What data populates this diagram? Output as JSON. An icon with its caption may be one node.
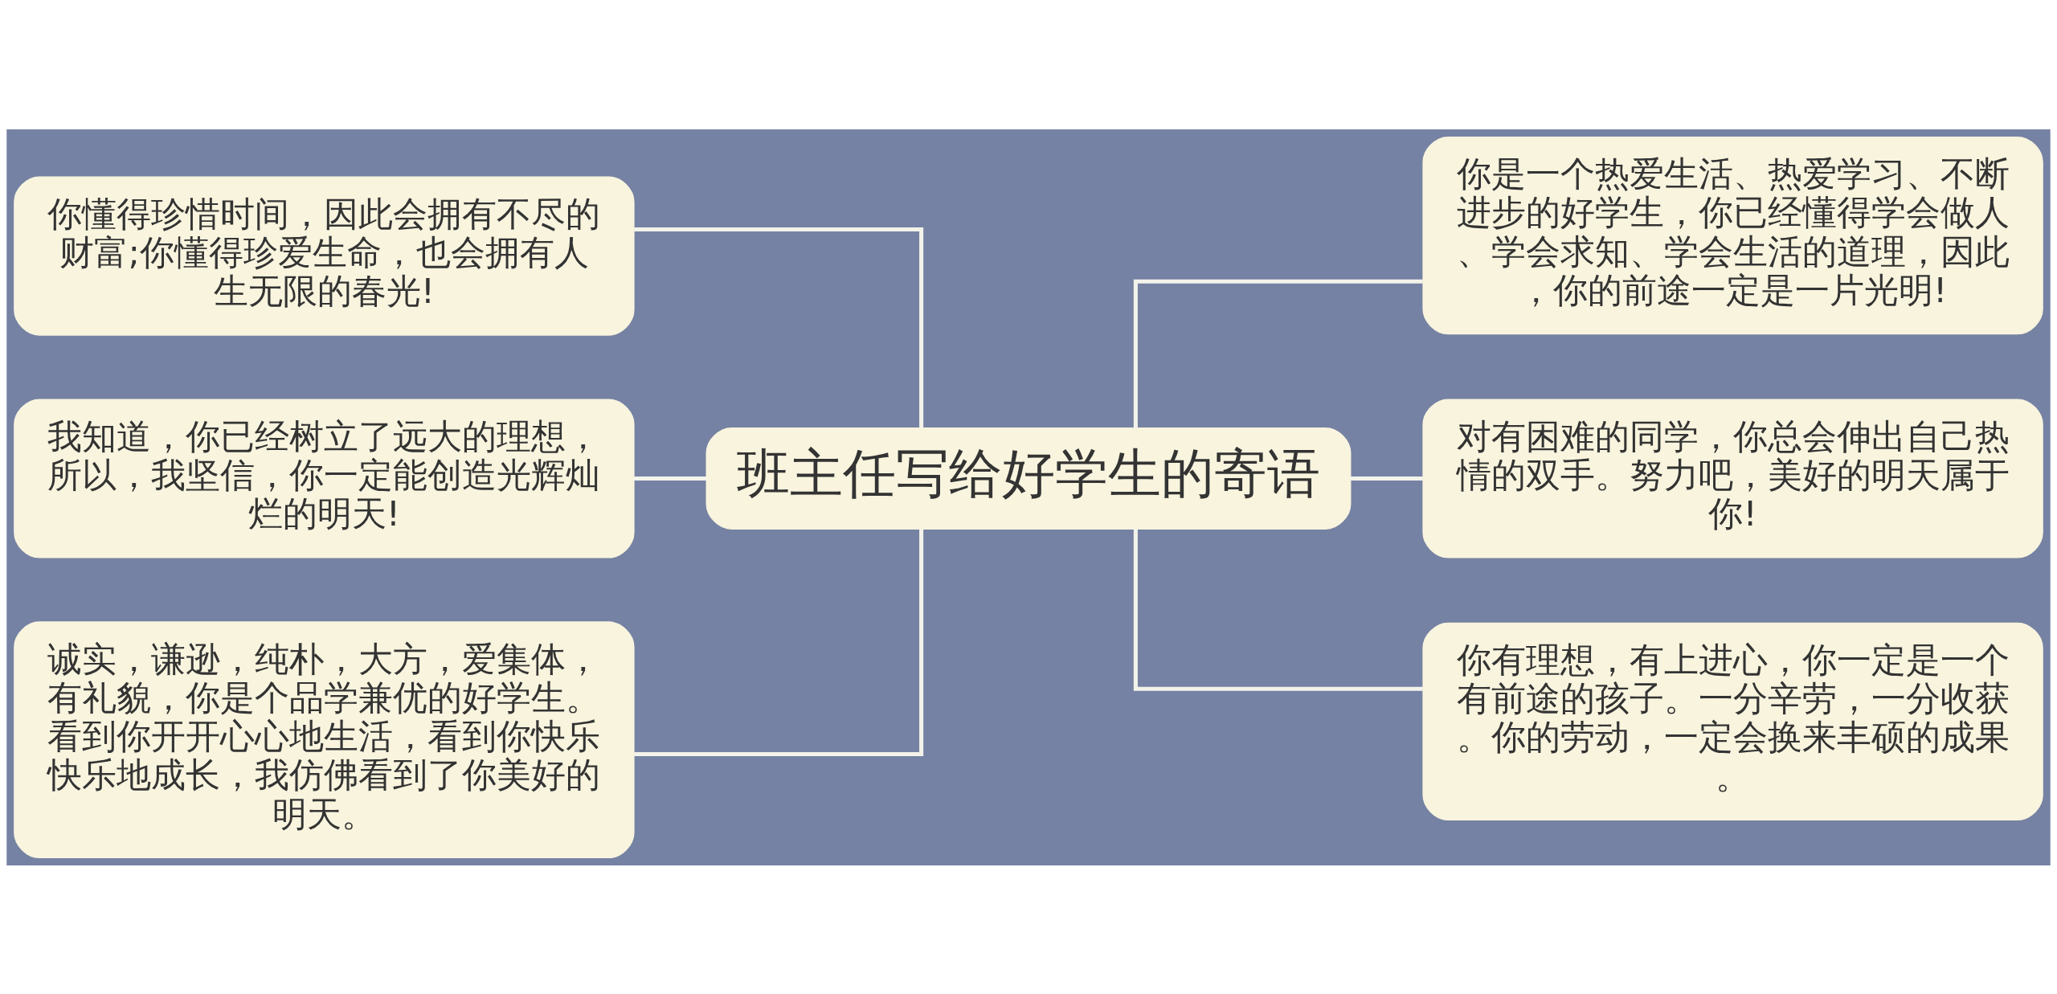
{
  "diagram": {
    "nodes": [
      {
        "text": [
          "班主任写给好学生的寄语"
        ]
      },
      {
        "text": [
          "你懂得珍惜时间，因此会拥有不尽的财富;你懂得珍爱生命，也会拥有人生无限的春光!"
        ]
      },
      {
        "text": [
          "我知道，你已经树立了远大的理想，所以，我坚信，你一定能创造光辉灿烂的明天!"
        ]
      },
      {
        "text": [
          "诚实，谦逊，纯朴，大方，爱集体，有礼貌，你是个品学兼优的好学生。看到你开开心心地生活，看到你快乐快乐地成长，我仿佛看到了你美好的明天。"
        ]
      },
      {
        "text": [
          "你是一个热爱生活、热爱学习、不断进步的好学生，你已经懂得学会做人、学会求知、学会生活的道理，因此，你的前途一定是一片光明!"
        ]
      },
      {
        "text": [
          "对有困难的同学，你总会伸出自己热情的双手。努力吧，美好的明天属于你!"
        ]
      },
      {
        "text": [
          "你有理想，有上进心，你一定是一个有前途的孩子。一分辛劳，一分收获。你的劳动，一定会换来丰硕的成果。"
        ]
      }
    ],
    "edges": [
      {
        "from": 0,
        "to": 1,
        "arrow": "none"
      },
      {
        "from": 0,
        "to": 2,
        "arrow": "none"
      },
      {
        "from": 0,
        "to": 3,
        "arrow": "none"
      },
      {
        "from": 0,
        "to": 4,
        "arrow": "none"
      },
      {
        "from": 0,
        "to": 5,
        "arrow": "none"
      },
      {
        "from": 0,
        "to": 6,
        "arrow": "none"
      }
    ]
  }
}
